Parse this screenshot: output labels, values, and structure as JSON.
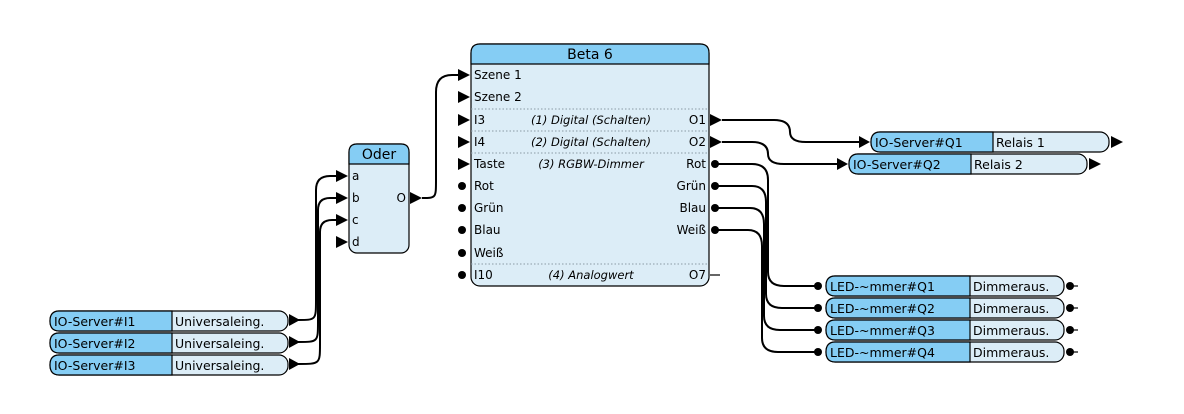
{
  "colors": {
    "header": "#85cdf4",
    "body": "#dcedf7",
    "border": "#000000"
  },
  "beta": {
    "title": "Beta 6",
    "inputs": [
      "Szene 1",
      "Szene 2",
      "I3",
      "I4",
      "Taste",
      "Rot",
      "Grün",
      "Blau",
      "Weiß",
      "I10"
    ],
    "outputs": [
      "O1",
      "O2",
      "Rot",
      "Grün",
      "Blau",
      "Weiß",
      "O7"
    ],
    "sections": [
      "(1) Digital (Schalten)",
      "(2) Digital (Schalten)",
      "(3) RGBW-Dimmer",
      "(4) Analogwert"
    ]
  },
  "oder": {
    "title": "Oder",
    "inputs": [
      "a",
      "b",
      "c",
      "d"
    ],
    "output": "O"
  },
  "input_servers": [
    {
      "name": "IO-Server#I1",
      "type": "Universaleing."
    },
    {
      "name": "IO-Server#I2",
      "type": "Universaleing."
    },
    {
      "name": "IO-Server#I3",
      "type": "Universaleing."
    }
  ],
  "relays": [
    {
      "name": "IO-Server#Q1",
      "type": "Relais 1"
    },
    {
      "name": "IO-Server#Q2",
      "type": "Relais 2"
    }
  ],
  "dimmers": [
    {
      "name": "LED-~mmer#Q1",
      "type": "Dimmeraus."
    },
    {
      "name": "LED-~mmer#Q2",
      "type": "Dimmeraus."
    },
    {
      "name": "LED-~mmer#Q3",
      "type": "Dimmeraus."
    },
    {
      "name": "LED-~mmer#Q4",
      "type": "Dimmeraus."
    }
  ]
}
